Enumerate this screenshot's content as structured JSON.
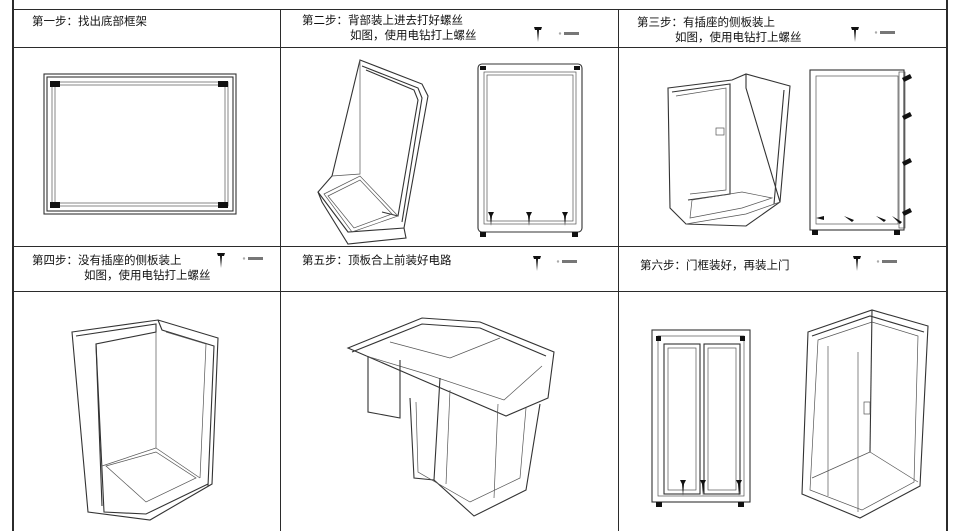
{
  "steps": [
    {
      "line1": "第一步：找出底部框架",
      "line2": ""
    },
    {
      "line1": "第二步：背部装上进去打好螺丝",
      "line2": "如图，使用电钻打上螺丝"
    },
    {
      "line1": "第三步：有插座的侧板装上",
      "line2": "如图，使用电钻打上螺丝"
    },
    {
      "line1": "第四步：没有插座的侧板装上",
      "line2": "如图，使用电钻打上螺丝"
    },
    {
      "line1": "第五步：顶板合上前装好电路",
      "line2": ""
    },
    {
      "line1": "第六步：门框装好，再装上门",
      "line2": ""
    }
  ],
  "icons": {
    "screw": "screw-icon",
    "drill_bit": "drill-bit-icon"
  },
  "colors": {
    "line": "#2b2b2b",
    "screw": "#111111"
  }
}
